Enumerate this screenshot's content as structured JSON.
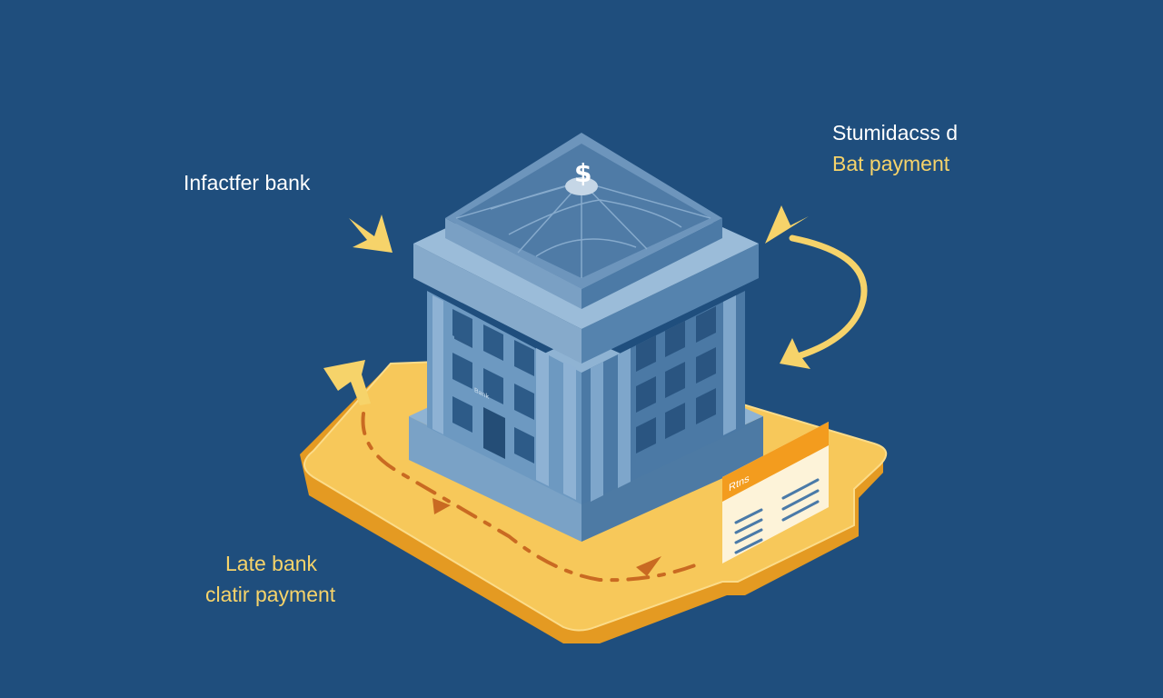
{
  "labels": {
    "infacter": "Infactfer bank",
    "right_line1": "Stumidacss d",
    "right_line2": "Bat payment",
    "bottom_line1": "Late bank",
    "bottom_line2": "clatir payment"
  },
  "building": {
    "roof_symbol": "$",
    "door_sign": "Bank"
  },
  "document": {
    "header": "Rtns"
  },
  "colors": {
    "background": "#1f4e7d",
    "platform": "#f5c04e",
    "platform_edge": "#e79e26",
    "building": "#5f8db6",
    "arrow": "#f6d36a",
    "dashed_path": "#c96a22"
  }
}
